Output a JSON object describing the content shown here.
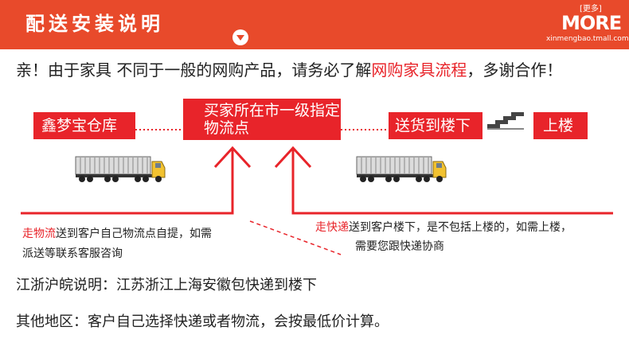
{
  "header": {
    "title": "配送安装说明",
    "more_small": "[更多]",
    "more_big": "MORE",
    "more_url": "xinmengbao.tmall.com"
  },
  "intro": {
    "before": "亲！由于家具 不同于一般的网购产品，请务必了解",
    "highlight": "网购家具流程",
    "after": "，多谢合作！"
  },
  "flow": {
    "warehouse": "鑫梦宝仓库",
    "city_point": "买家所在市一级指定物流点",
    "delivery_door": "送货到楼下",
    "upstairs": "上楼"
  },
  "notes": {
    "logistics_hl": "走物流",
    "logistics_rest1": "送到客户自己物流点自提，如需",
    "logistics_rest2": "派送等联系客服咨询",
    "express_hl": "走快递",
    "express_rest1": "送到客户楼下，是不包括上楼的，如需上楼，",
    "express_rest2": "需要您跟快递协商"
  },
  "bottom": {
    "line1": "江浙沪皖说明：江苏浙江上海安徽包快递到楼下",
    "line2": "其他地区：客户自己选择快递或者物流，会按最低价计算。"
  },
  "colors": {
    "header_bg": "#e84a2b",
    "accent": "#e8242a",
    "truck_cab": "#f2c230"
  },
  "icons": [
    "chevron-down-icon",
    "truck-icon",
    "stairs-icon",
    "arrow-up-icon"
  ]
}
